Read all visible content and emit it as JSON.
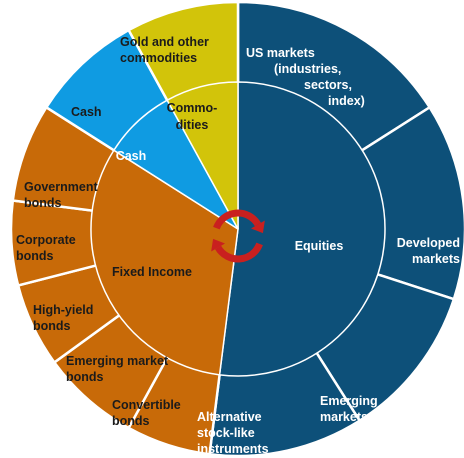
{
  "colors": {
    "equities": "#0d5079",
    "fixed_income": "#c86a08",
    "cash": "#0f9be2",
    "commodities": "#d2c40a",
    "border": "#ffffff",
    "cycle_arrows": "#c9201f",
    "light_text": "#ffffff",
    "dark_text": "#1b1b1b"
  },
  "icons": {
    "center": "rebalance-cycle-icon"
  },
  "chart_data": {
    "type": "pie",
    "title": "",
    "inner": [
      {
        "label": "Equities",
        "value": 52.0,
        "color": "#0d5079"
      },
      {
        "label": "Fixed Income",
        "value": 32.0,
        "color": "#c86a08"
      },
      {
        "label": "Cash",
        "value": 8.0,
        "color": "#0f9be2"
      },
      {
        "label": "Commo-\ndities",
        "value": 8.0,
        "color": "#d2c40a"
      }
    ],
    "outer": [
      {
        "parent": "Equities",
        "label": "US markets\n(industries,\nsectors,\nindex)",
        "value": 16.0
      },
      {
        "parent": "Equities",
        "label": "Developed\nmarkets",
        "value": 14.0
      },
      {
        "parent": "Equities",
        "label": "Emerging\nmarkets",
        "value": 11.0
      },
      {
        "parent": "Equities",
        "label": "Alternative\nstock-like\ninstruments",
        "value": 11.0
      },
      {
        "parent": "Fixed Income",
        "label": "Convertible\nbonds",
        "value": 6.0
      },
      {
        "parent": "Fixed Income",
        "label": "Emerging market\nbonds",
        "value": 7.0
      },
      {
        "parent": "Fixed Income",
        "label": "High-yield\nbonds",
        "value": 6.0
      },
      {
        "parent": "Fixed Income",
        "label": "Corporate\nbonds",
        "value": 6.0
      },
      {
        "parent": "Fixed Income",
        "label": "Government\nbonds",
        "value": 7.0
      },
      {
        "parent": "Cash",
        "label": "Cash",
        "value": 8.0
      },
      {
        "parent": "Commodities",
        "label": "Gold and other\ncommodities",
        "value": 8.0
      }
    ]
  }
}
